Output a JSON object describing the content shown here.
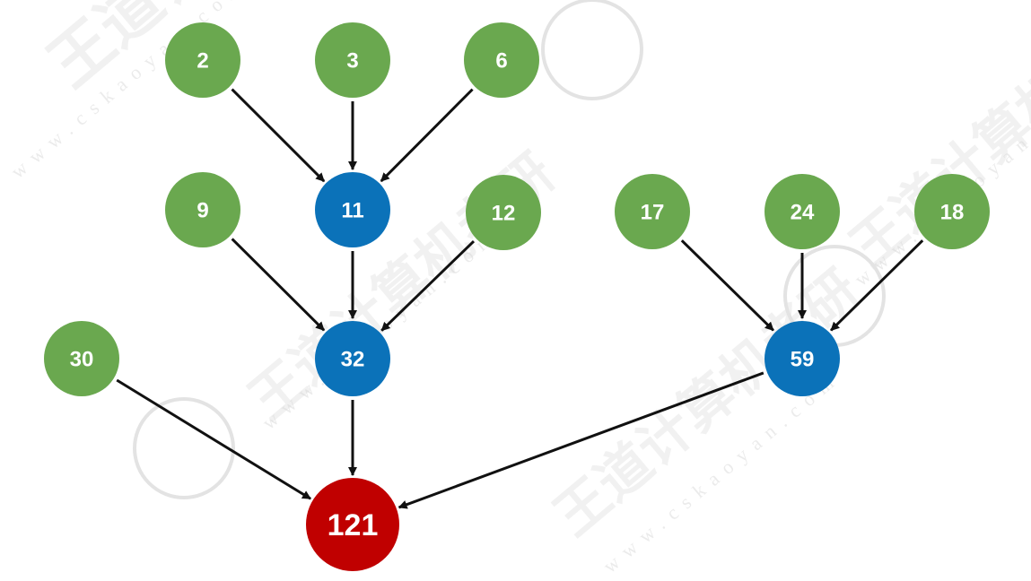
{
  "diagram": {
    "type": "huffman-tree",
    "colors": {
      "leaf": "#6aa84f",
      "internal": "#0b72b9",
      "root": "#c00000",
      "edge": "#111111",
      "watermark": "#d9d9d9"
    },
    "nodes": [
      {
        "id": "n2",
        "label": "2",
        "kind": "leaf"
      },
      {
        "id": "n3",
        "label": "3",
        "kind": "leaf"
      },
      {
        "id": "n6",
        "label": "6",
        "kind": "leaf"
      },
      {
        "id": "n9",
        "label": "9",
        "kind": "leaf"
      },
      {
        "id": "n11",
        "label": "11",
        "kind": "internal"
      },
      {
        "id": "n12",
        "label": "12",
        "kind": "leaf"
      },
      {
        "id": "n17",
        "label": "17",
        "kind": "leaf"
      },
      {
        "id": "n24",
        "label": "24",
        "kind": "leaf"
      },
      {
        "id": "n18",
        "label": "18",
        "kind": "leaf"
      },
      {
        "id": "n30",
        "label": "30",
        "kind": "leaf"
      },
      {
        "id": "n32",
        "label": "32",
        "kind": "internal"
      },
      {
        "id": "n59",
        "label": "59",
        "kind": "internal"
      },
      {
        "id": "n121",
        "label": "121",
        "kind": "root"
      }
    ],
    "edges": [
      {
        "from": "n2",
        "to": "n11"
      },
      {
        "from": "n3",
        "to": "n11"
      },
      {
        "from": "n6",
        "to": "n11"
      },
      {
        "from": "n9",
        "to": "n32"
      },
      {
        "from": "n11",
        "to": "n32"
      },
      {
        "from": "n12",
        "to": "n32"
      },
      {
        "from": "n17",
        "to": "n59"
      },
      {
        "from": "n24",
        "to": "n59"
      },
      {
        "from": "n18",
        "to": "n59"
      },
      {
        "from": "n30",
        "to": "n121"
      },
      {
        "from": "n32",
        "to": "n121"
      },
      {
        "from": "n59",
        "to": "n121"
      }
    ]
  },
  "watermark": {
    "text": "王道计算机考研",
    "url": "www.cskaoyan.com"
  }
}
